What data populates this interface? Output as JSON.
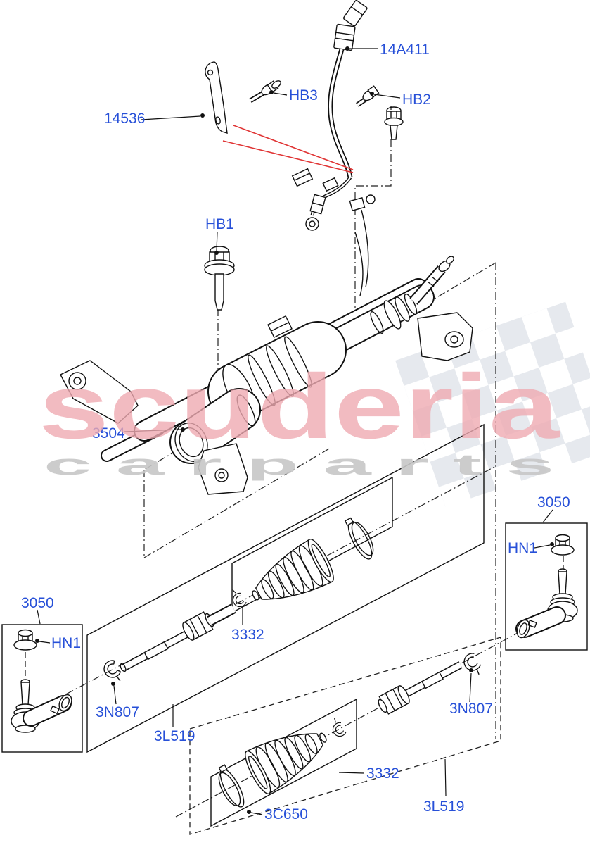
{
  "watermark": {
    "brand": "scuderia",
    "tagline": "c a r  p a r t s"
  },
  "colors": {
    "label_blue": "#2750d8",
    "line_black": "#111111",
    "highlight_red": "#e03434",
    "watermark_pink": "#efaab2",
    "watermark_gray": "#c6c6c6",
    "checker_gray": "#d5dbe3"
  },
  "labels": {
    "harness": "14A411",
    "bolt_hb3": "HB3",
    "bolt_hb2": "HB2",
    "bracket": "14536",
    "bolt_hb1": "HB1",
    "steering_gear": "3504",
    "tie_rod_end_right": "3050",
    "nut_right": "HN1",
    "tie_rod_end_left": "3050",
    "nut_left": "HN1",
    "boot_kit_upper": "3332",
    "clip_left": "3N807",
    "inner_rod_upper": "3L519",
    "clip_right": "3N807",
    "boot_kit_lower": "3332",
    "boot_clamp": "3C650",
    "inner_rod_lower": "3L519"
  }
}
